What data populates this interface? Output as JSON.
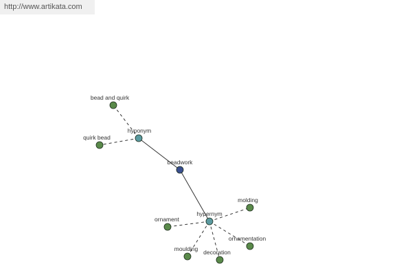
{
  "header": {
    "url": "http://www.artikata.com"
  },
  "graph": {
    "colors": {
      "center": "#3a4f8f",
      "relation": "#5b9aa0",
      "term": "#5a8a4a",
      "stroke": "#1e2e1e",
      "edge": "#333333"
    },
    "nodes": [
      {
        "id": "beadwork",
        "label": "beadwork",
        "kind": "center"
      },
      {
        "id": "hyponym",
        "label": "hyponym",
        "kind": "relation"
      },
      {
        "id": "hypernym",
        "label": "hypernym",
        "kind": "relation"
      },
      {
        "id": "bead-and-quirk",
        "label": "bead and quirk",
        "kind": "term"
      },
      {
        "id": "quirk-bead",
        "label": "quirk bead",
        "kind": "term"
      },
      {
        "id": "molding",
        "label": "molding",
        "kind": "term"
      },
      {
        "id": "ornament",
        "label": "ornament",
        "kind": "term"
      },
      {
        "id": "ornamentation",
        "label": "ornamentation",
        "kind": "term"
      },
      {
        "id": "moulding",
        "label": "moulding",
        "kind": "term"
      },
      {
        "id": "decoration",
        "label": "decoration",
        "kind": "term"
      }
    ],
    "edges": [
      {
        "from": "beadwork",
        "to": "hyponym",
        "style": "solid"
      },
      {
        "from": "beadwork",
        "to": "hypernym",
        "style": "solid"
      },
      {
        "from": "hyponym",
        "to": "bead-and-quirk",
        "style": "dashed"
      },
      {
        "from": "hyponym",
        "to": "quirk-bead",
        "style": "dashed"
      },
      {
        "from": "hypernym",
        "to": "molding",
        "style": "dashed"
      },
      {
        "from": "hypernym",
        "to": "ornament",
        "style": "dashed"
      },
      {
        "from": "hypernym",
        "to": "ornamentation",
        "style": "dashed"
      },
      {
        "from": "hypernym",
        "to": "moulding",
        "style": "dashed"
      },
      {
        "from": "hypernym",
        "to": "decoration",
        "style": "dashed"
      }
    ]
  }
}
